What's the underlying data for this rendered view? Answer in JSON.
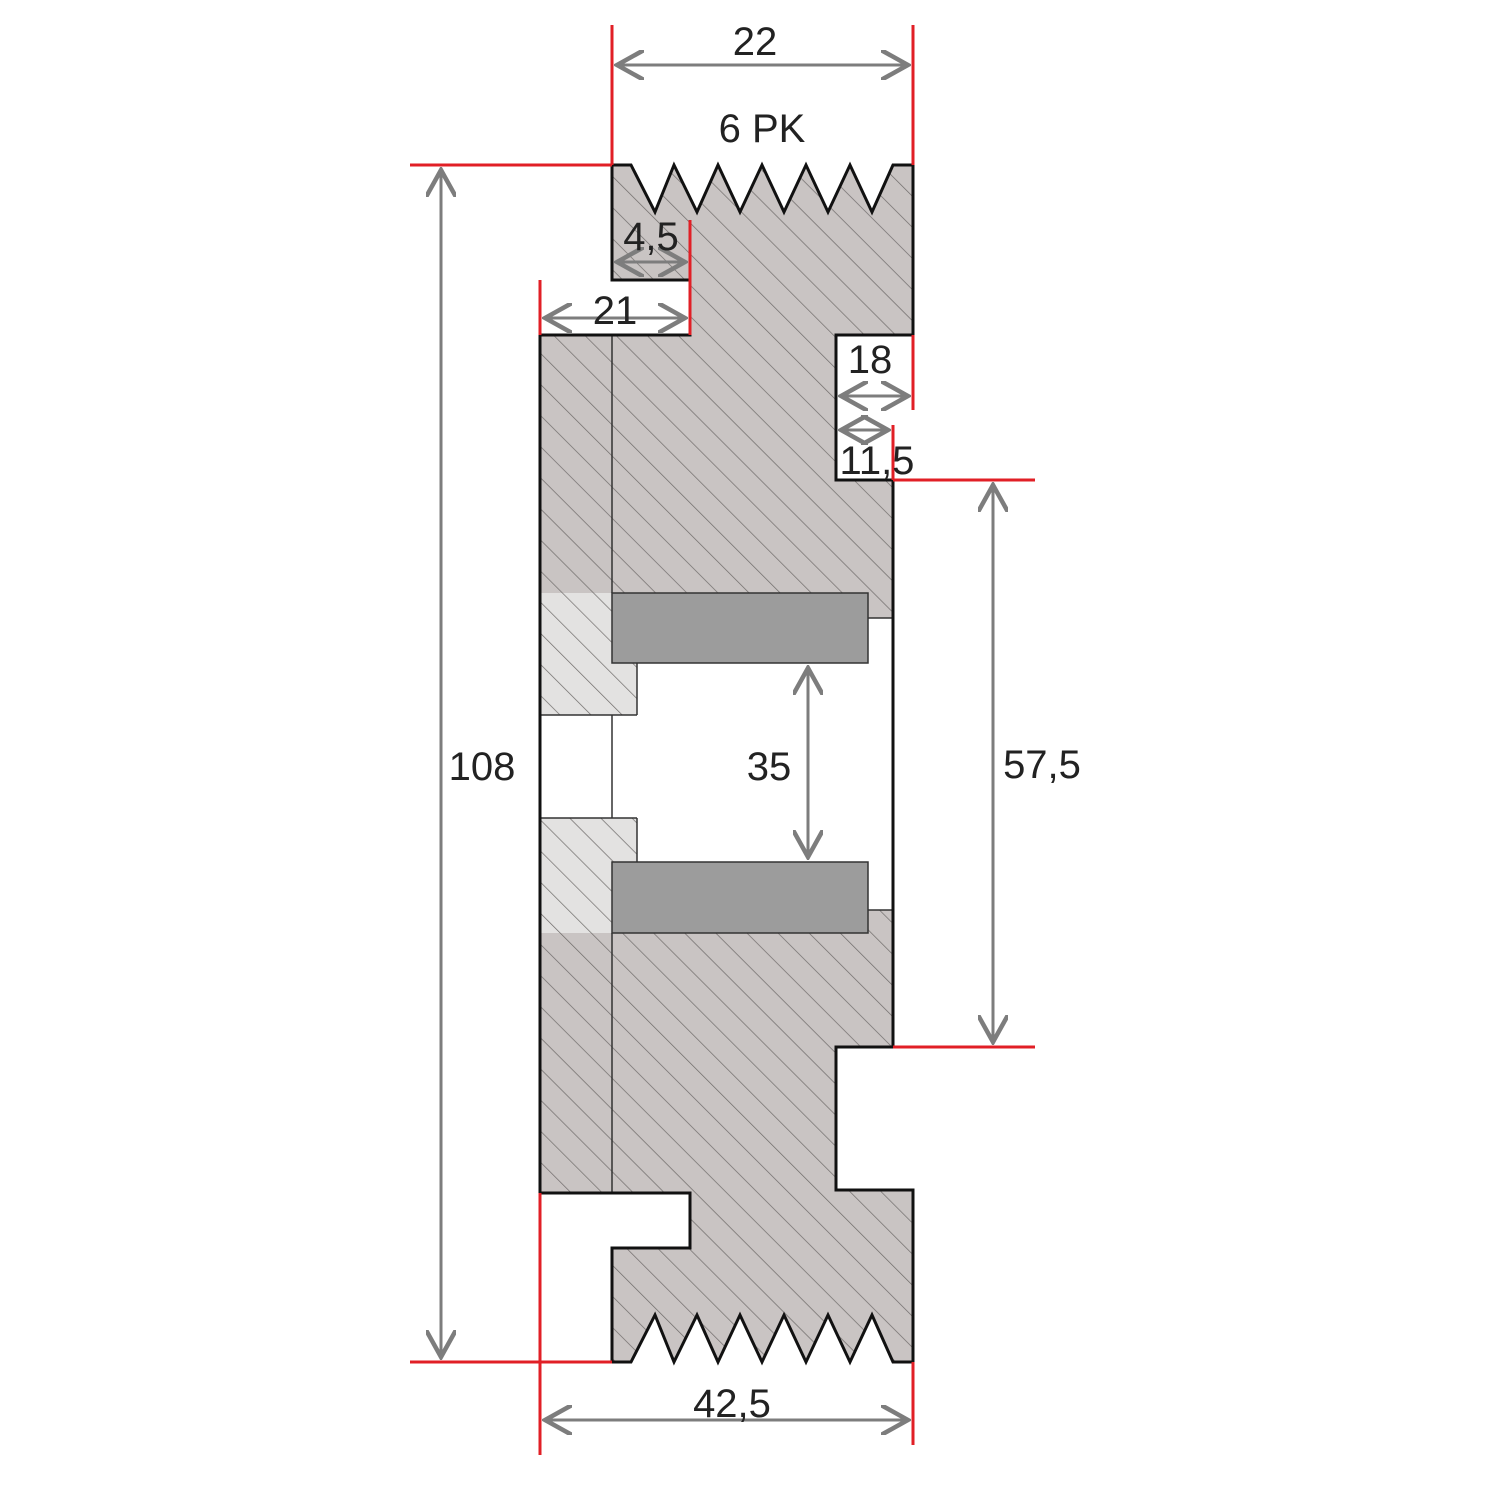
{
  "drawing": {
    "belt_profile": "6 PK",
    "dimensions": {
      "groove_width": "22",
      "groove_offset": "4,5",
      "hub_step": "21",
      "rear_step": "18",
      "rear_recess": "11,5",
      "overall_diameter": "108",
      "bore": "35",
      "hub_diameter": "57,5",
      "overall_width": "42,5"
    }
  },
  "colors": {
    "pulley_body": "#c9c4c3",
    "hub_insert": "#e3e2e1",
    "rubber_ring": "#9c9c9c",
    "dimension_lines": "#e11f26",
    "arrows": "#7d7d7d"
  }
}
